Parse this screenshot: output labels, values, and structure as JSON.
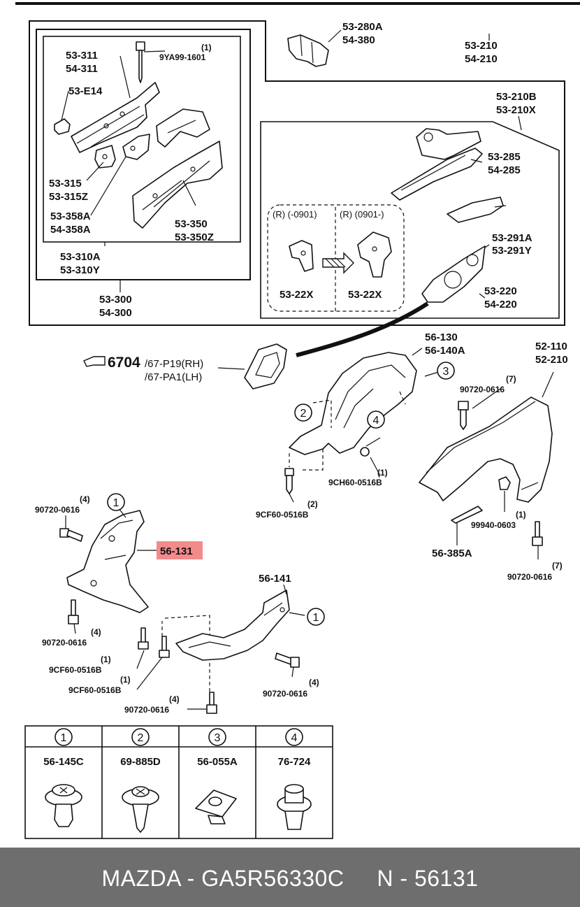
{
  "labels": {
    "l_53_280a": "53-280A",
    "l_54_380": "54-380",
    "l_53_210": "53-210",
    "l_54_210": "54-210",
    "l_53_210b": "53-210B",
    "l_53_210x": "53-210X",
    "l_53_285": "53-285",
    "l_54_285": "54-285",
    "l_53_291a": "53-291A",
    "l_53_291y": "53-291Y",
    "l_53_220": "53-220",
    "l_54_220": "54-220",
    "l_53_22x_a": "53-22X",
    "l_53_22x_b": "53-22X",
    "l_r_0901_a": "(R) (-0901)",
    "l_r_0901_b": "(R) (0901-)",
    "l_53_311": "53-311",
    "l_54_311": "54-311",
    "l_q1_top": "(1)",
    "l_9ya99": "9YA99-1601",
    "l_53_e14": "53-E14",
    "l_53_315": "53-315",
    "l_53_315z": "53-315Z",
    "l_53_358a": "53-358A",
    "l_54_358a": "54-358A",
    "l_53_350": "53-350",
    "l_53_350z": "53-350Z",
    "l_53_310a": "53-310A",
    "l_53_310y": "53-310Y",
    "l_53_300": "53-300",
    "l_54_300": "54-300",
    "l_6704": "6704",
    "l_67_p19": "/67-P19(RH)",
    "l_67_pa1": "/67-PA1(LH)",
    "l_56_130": "56-130",
    "l_56_140a": "56-140A",
    "l_52_110": "52-110",
    "l_52_210": "52-210",
    "l_q7_a": "(7)",
    "l_90720_a": "90720-0616",
    "l_q1_9ch": "(1)",
    "l_9ch60": "9CH60-0516B",
    "l_q2_9cf": "(2)",
    "l_9cf60_a": "9CF60-0516B",
    "l_q1_999": "(1)",
    "l_99940": "99940-0603",
    "l_56_385a": "56-385A",
    "l_q7_b": "(7)",
    "l_90720_b": "90720-0616",
    "l_q4_a": "(4)",
    "l_90720_c": "90720-0616",
    "l_56_131": "56-131",
    "l_q4_b": "(4)",
    "l_90720_d": "90720-0616",
    "l_q1_cf_b": "(1)",
    "l_9cf60_b": "9CF60-0516B",
    "l_q1_cf_c": "(1)",
    "l_9cf60_c": "9CF60-0516B",
    "l_q4_c": "(4)",
    "l_90720_e": "90720-0616",
    "l_56_141": "56-141",
    "l_q4_d": "(4)",
    "l_90720_f": "90720-0616"
  },
  "callouts": {
    "c1a": "1",
    "c1b": "1",
    "c2": "2",
    "c3": "3",
    "c4": "4"
  },
  "legend": [
    {
      "num": "1",
      "part": "56-145C"
    },
    {
      "num": "2",
      "part": "69-885D"
    },
    {
      "num": "3",
      "part": "56-055A"
    },
    {
      "num": "4",
      "part": "76-724"
    }
  ],
  "highlight_color": "#f28b8b",
  "footer": {
    "text": "MAZDA - GA5R56330C     N - 56131"
  }
}
